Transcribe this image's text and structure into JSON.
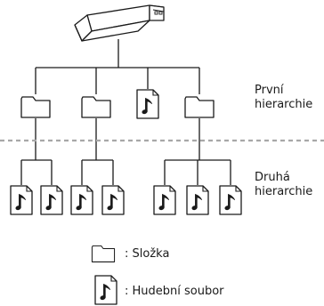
{
  "levels": {
    "first": {
      "line1": "První",
      "line2": "hierarchie"
    },
    "second": {
      "line1": "Druhá",
      "line2": "hierarchie"
    }
  },
  "legend": {
    "folder_label": ": Složka",
    "file_label": ": Hudební soubor"
  },
  "icons": {
    "storage": "usb-drive-icon",
    "folder": "folder-icon",
    "music_file": "music-file-icon"
  },
  "colors": {
    "line": "#1a1a1a",
    "divider": "#a8a8a8",
    "icon_fill": "#ffffff"
  }
}
